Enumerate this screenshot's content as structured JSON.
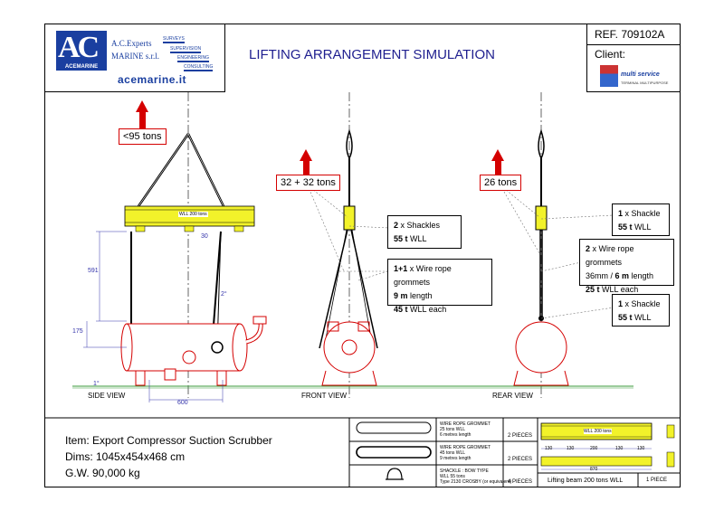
{
  "header": {
    "company_name_1": "A.C.Experts",
    "company_name_2": "MARINE s.r.l.",
    "logo_text": "ACEMARINE",
    "services": [
      "SURVEYS",
      "SUPERVISION",
      "ENGINEERING",
      "CONSULTING"
    ],
    "website": "acemarine.it",
    "title": "LIFTING ARRANGEMENT SIMULATION",
    "ref": "REF. 709102A",
    "client_label": "Client:",
    "client_name": "multi service",
    "client_sub": "TERMINAL MULTIPURPOSE"
  },
  "loads": {
    "side": "<95 tons",
    "front": "32 + 32 tons",
    "rear": "26 tons"
  },
  "beam_label": "WLL 200 tons",
  "dims": {
    "d591": "591",
    "d175": "175",
    "d30": "30",
    "d600": "600",
    "angle2": "2°",
    "angle1": "1°"
  },
  "views": {
    "side": "SIDE VIEW",
    "front": "FRONT VIEW",
    "rear": "REAR VIEW"
  },
  "callouts": {
    "front_shackles": {
      "qty": "2",
      "text": " x Shackles",
      "wll": "55 t",
      "wll_text": " WLL"
    },
    "front_grommets": {
      "qty": "1+1",
      "text": " x Wire rope grommets",
      "len": "9 m",
      "len_text": " length",
      "wll": "45 t",
      "wll_text": " WLL each"
    },
    "rear_shackle_top": {
      "qty": "1",
      "text": " x Shackle",
      "wll": "55 t",
      "wll_text": " WLL"
    },
    "rear_grommets": {
      "qty": "2",
      "text": " x Wire rope grommets",
      "dia": "36mm  /  ",
      "len": "6 m",
      "len_text": " length",
      "wll": "25 t",
      "wll_text": " WLL each"
    },
    "rear_shackle_bottom": {
      "qty": "1",
      "text": " x Shackle",
      "wll": "55 t",
      "wll_text": " WLL"
    }
  },
  "item": {
    "name": "Item: Export Compressor Suction Scrubber",
    "dims": "Dims: 1045x454x468 cm",
    "gw": "G.W.   90,000 kg"
  },
  "bom": [
    {
      "desc1": "WIRE ROPE GROMMET",
      "desc2": "25 tons WLL",
      "desc3": "6 metres length",
      "qty": "2 PIECES"
    },
    {
      "desc1": "WIRE ROPE GROMMET",
      "desc2": "45 tons WLL",
      "desc3": "9 metres length",
      "qty": "2 PIECES"
    },
    {
      "desc1": "SHACKLE : BOW TYPE",
      "desc2": "WLL 55 tons",
      "desc3": "Type 2130 CROSBY (or equivalent)",
      "qty": "4 PIECES"
    }
  ],
  "beam": {
    "label": "Lifting beam 200 tons WLL",
    "qty": "1 PIECE",
    "beam_text": "WLL 200 tons",
    "dims": [
      "130",
      "130",
      "200",
      "130",
      "130"
    ],
    "total": "870"
  },
  "colors": {
    "accent_red": "#d40000",
    "beam_yellow": "#f2f22a",
    "title_blue": "#1f1f8f",
    "ground_green": "#3a9a3a",
    "dim_blue": "#3333aa"
  }
}
